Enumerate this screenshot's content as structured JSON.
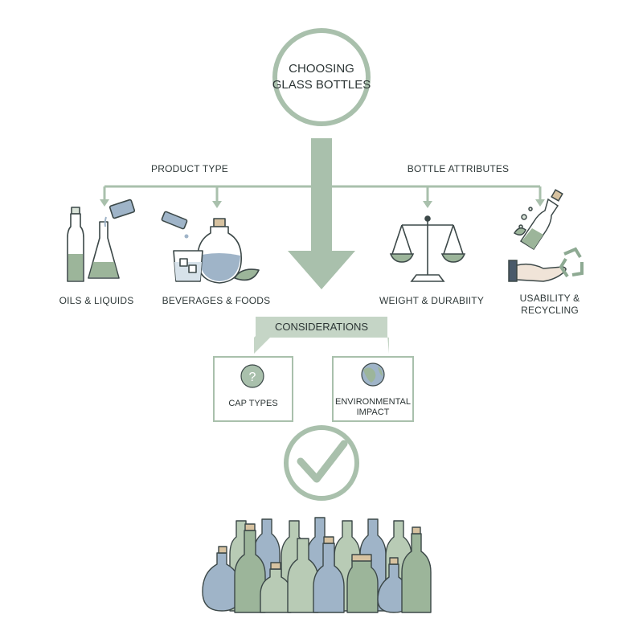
{
  "title": {
    "line1": "CHOOSING",
    "line2": "GLASS BOTTLES"
  },
  "branches": {
    "product_type": "PRODUCT TYPE",
    "bottle_attributes": "BOTTLE ATTRIBUTES"
  },
  "categories": {
    "oils": "OILS & LIQUIDS",
    "beverages": "BEVERAGES & FOODS",
    "weight": "WEIGHT & DURABIITY",
    "usability_line1": "USABILITY &",
    "usability_line2": "RECYCLING"
  },
  "considerations": {
    "label": "CONSIDERATIONS",
    "cap_types": "CAP TYPES",
    "environmental_line1": "ENVIRONMENTAL",
    "environmental_line2": "IMPACT"
  },
  "colors": {
    "sage": "#a9c0ac",
    "sage_light": "#c5d5c6",
    "sage_dark": "#8eaa93",
    "blue_glass": "#9fb4c8",
    "green_glass": "#9cb59a",
    "outline": "#3c4848"
  },
  "icons": [
    "question-icon",
    "globe-icon",
    "checkmark-icon",
    "scale-icon",
    "recycle-icon",
    "hand-icon",
    "leaf-icon"
  ]
}
